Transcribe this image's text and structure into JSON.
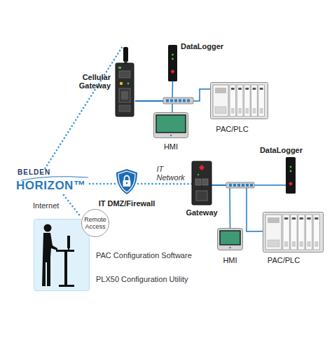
{
  "diagram": {
    "nodes": [
      {
        "text": [
          "Cellular Gateway"
        ]
      },
      {
        "text": [
          "DataLogger"
        ]
      },
      {
        "text": [
          "PAC/PLC"
        ]
      },
      {
        "text": [
          "HMI"
        ]
      },
      {
        "text": [
          "BELDEN",
          "HORIZON™"
        ]
      },
      {
        "text": [
          "IT DMZ/Firewall"
        ]
      },
      {
        "text": [
          "Gateway"
        ]
      },
      {
        "text": [
          "DataLogger"
        ]
      },
      {
        "text": [
          "HMI"
        ]
      },
      {
        "text": [
          "PAC/PLC"
        ]
      },
      {
        "text": [
          "Remote Access"
        ]
      },
      {
        "text": [
          "PAC Configuration Software",
          "PLX50 Configuration Utility"
        ]
      }
    ],
    "edges": [
      {
        "from": 0,
        "to": 1,
        "arrow": "none"
      },
      {
        "from": 0,
        "to": 2,
        "arrow": "none"
      },
      {
        "from": 0,
        "to": 3,
        "arrow": "none"
      },
      {
        "from": 4,
        "to": 0,
        "arrow": "none"
      },
      {
        "from": 4,
        "to": 5,
        "arrow": "none"
      },
      {
        "from": 5,
        "to": 6,
        "label": "IT Network",
        "arrow": "none"
      },
      {
        "from": 6,
        "to": 7,
        "arrow": "none"
      },
      {
        "from": 6,
        "to": 8,
        "arrow": "none"
      },
      {
        "from": 6,
        "to": 9,
        "arrow": "none"
      },
      {
        "from": 4,
        "to": 10,
        "arrow": "none"
      }
    ],
    "labels": [
      "Internet"
    ]
  }
}
